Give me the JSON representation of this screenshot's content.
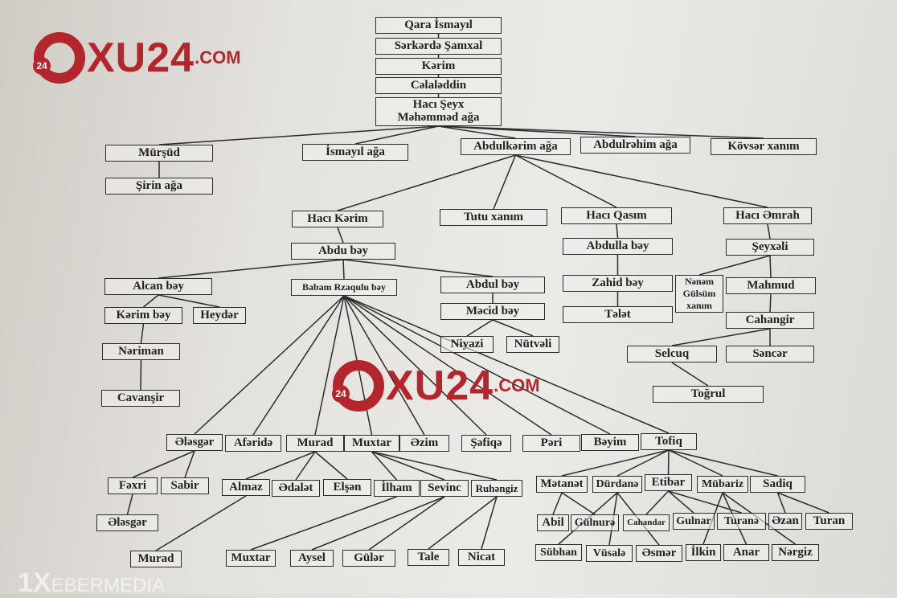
{
  "nodes": {
    "qara": "Qara İsmayıl",
    "serkerde": "Sərkərdə Şamxal",
    "kerim0": "Kərim",
    "celaleddin": "Cəlaləddin",
    "haci_seyx_1": "Hacı Şeyx",
    "haci_seyx_2": "Məhəmməd ağa",
    "mursud": "Mürşüd",
    "sirin": "Şirin ağa",
    "ismayil": "İsmayıl ağa",
    "abdulkerim": "Abdulkərim ağa",
    "abdulrehim": "Abdulrəhim ağa",
    "kovser": "Kövsər xanım",
    "haci_kerim": "Hacı Kərim",
    "tutu": "Tutu xanım",
    "haci_qasim": "Hacı Qasım",
    "haci_emrah": "Hacı Əmrah",
    "abdu": "Abdu bəy",
    "abdulla": "Abdulla bəy",
    "seyxeli": "Şeyxəli",
    "alcan": "Alcan bəy",
    "babam": "Babam Rzaqulu bəy",
    "abdul": "Abdul bəy",
    "zahid": "Zahid bəy",
    "nenem_1": "Nənəm",
    "nenem_2": "Gülsüm",
    "nenem_3": "xanım",
    "mahmud": "Mahmud",
    "kerimbey": "Kərim bəy",
    "heyder": "Heydər",
    "mecid": "Məcid bəy",
    "telet": "Tələt",
    "cahangir": "Cahangir",
    "niyazi": "Niyazi",
    "nutveli": "Nütvəli",
    "neriman": "Nəriman",
    "selcuq": "Selcuq",
    "sencer": "Səncər",
    "cavansir": "Cavanşir",
    "togrul": "Toğrul",
    "elesger": "Ələsgər",
    "aferide": "Afəridə",
    "murad": "Murad",
    "muxtar": "Muxtar",
    "ezim": "Əzim",
    "sefiqe": "Şəfiqə",
    "peri": "Pəri",
    "beyim": "Bəyim",
    "tofiq": "Tofiq",
    "fexri": "Fəxri",
    "sabir": "Sabir",
    "almaz": "Almaz",
    "edalet": "Ədalət",
    "elsen": "Elşən",
    "ilham": "İlham",
    "sevinc": "Sevinc",
    "ruhengiz": "Ruhəngiz",
    "metanet": "Mətanət",
    "durdane": "Dürdanə",
    "etibar": "Etibar",
    "mubariz": "Mübariz",
    "sadiq": "Sadiq",
    "elesger2": "Ələsgər",
    "abil": "Abil",
    "gulnure": "Gülnurə",
    "cahandar": "Cahandar",
    "gulnar": "Gulnar",
    "turane": "Turanə",
    "ezan": "Əzan",
    "turan": "Turan",
    "murad2": "Murad",
    "muxtar2": "Muxtar",
    "aysel": "Aysel",
    "guler": "Gülər",
    "tale": "Tale",
    "nicat": "Nicat",
    "subhan": "Sübhan",
    "vusale": "Vüsalə",
    "esmer": "Əsmər",
    "ilkin": "İlkin",
    "anar": "Anar",
    "nergiz": "Nərgiz"
  },
  "edges": [
    [
      "qara",
      "serkerde"
    ],
    [
      "serkerde",
      "kerim0"
    ],
    [
      "kerim0",
      "celaleddin"
    ],
    [
      "celaleddin",
      "haci_seyx"
    ],
    [
      "haci_seyx",
      "mursud"
    ],
    [
      "haci_seyx",
      "ismayil"
    ],
    [
      "haci_seyx",
      "abdulkerim"
    ],
    [
      "haci_seyx",
      "abdulrehim"
    ],
    [
      "haci_seyx",
      "kovser"
    ],
    [
      "mursud",
      "sirin"
    ],
    [
      "abdulkerim",
      "haci_kerim"
    ],
    [
      "abdulkerim",
      "tutu"
    ],
    [
      "abdulkerim",
      "haci_qasim"
    ],
    [
      "abdulkerim",
      "haci_emrah"
    ],
    [
      "haci_kerim",
      "abdu"
    ],
    [
      "haci_qasim",
      "abdulla"
    ],
    [
      "haci_emrah",
      "seyxeli"
    ],
    [
      "abdu",
      "alcan"
    ],
    [
      "abdu",
      "babam"
    ],
    [
      "abdu",
      "abdul"
    ],
    [
      "abdulla",
      "zahid"
    ],
    [
      "seyxeli",
      "nenem"
    ],
    [
      "seyxeli",
      "mahmud"
    ],
    [
      "alcan",
      "kerimbey"
    ],
    [
      "alcan",
      "heyder"
    ],
    [
      "abdul",
      "mecid"
    ],
    [
      "zahid",
      "telet"
    ],
    [
      "mahmud",
      "cahangir"
    ],
    [
      "mecid",
      "niyazi"
    ],
    [
      "mecid",
      "nutveli"
    ],
    [
      "kerimbey",
      "neriman"
    ],
    [
      "cahangir",
      "selcuq"
    ],
    [
      "cahangir",
      "sencer"
    ],
    [
      "neriman",
      "cavansir"
    ],
    [
      "selcuq",
      "togrul"
    ],
    [
      "babam",
      "elesger"
    ],
    [
      "babam",
      "aferide"
    ],
    [
      "babam",
      "murad"
    ],
    [
      "babam",
      "muxtar"
    ],
    [
      "babam",
      "ezim"
    ],
    [
      "babam",
      "sefiqe"
    ],
    [
      "babam",
      "peri"
    ],
    [
      "babam",
      "beyim"
    ],
    [
      "babam",
      "tofiq"
    ],
    [
      "elesger",
      "fexri"
    ],
    [
      "elesger",
      "sabir"
    ],
    [
      "fexri",
      "elesger2"
    ],
    [
      "murad",
      "almaz"
    ],
    [
      "murad",
      "edalet"
    ],
    [
      "murad",
      "elsen"
    ],
    [
      "muxtar",
      "ilham"
    ],
    [
      "muxtar",
      "sevinc"
    ],
    [
      "muxtar",
      "ruhengiz"
    ],
    [
      "almaz",
      "murad2"
    ],
    [
      "ilham",
      "muxtar2"
    ],
    [
      "sevinc",
      "aysel"
    ],
    [
      "sevinc",
      "guler"
    ],
    [
      "ruhengiz",
      "tale"
    ],
    [
      "ruhengiz",
      "nicat"
    ],
    [
      "tofiq",
      "metanet"
    ],
    [
      "tofiq",
      "durdane"
    ],
    [
      "tofiq",
      "etibar"
    ],
    [
      "tofiq",
      "mubariz"
    ],
    [
      "tofiq",
      "sadiq"
    ],
    [
      "metanet",
      "abil"
    ],
    [
      "metanet",
      "gulnure"
    ],
    [
      "durdane",
      "subhan"
    ],
    [
      "durdane",
      "vusale"
    ],
    [
      "durdane",
      "esmer"
    ],
    [
      "etibar",
      "cahandar"
    ],
    [
      "etibar",
      "gulnar"
    ],
    [
      "etibar",
      "turane"
    ],
    [
      "mubariz",
      "ilkin"
    ],
    [
      "mubariz",
      "anar"
    ],
    [
      "mubariz",
      "nergiz"
    ],
    [
      "sadiq",
      "ezan"
    ],
    [
      "sadiq",
      "turan"
    ]
  ],
  "watermarks": {
    "logo_badge": "24",
    "logo_text": "XU24",
    "logo_suffix": ".COM",
    "bottom": "1X",
    "bottom_rest": "EBERMEDIA"
  }
}
